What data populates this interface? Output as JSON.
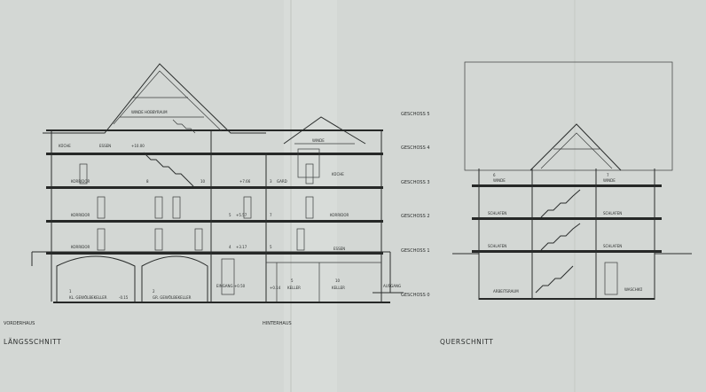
{
  "sheet": {
    "left_heading": "LÄNGSSCHNITT",
    "right_heading": "QUERSCHNITT",
    "front_label": "VORDERHAUS",
    "rear_label": "HINTERHAUS"
  },
  "levels": [
    "GESCHOSS 5",
    "GESCHOSS 4",
    "GESCHOSS 3",
    "GESCHOSS 2",
    "GESCHOSS 1",
    "GESCHOSS 0"
  ],
  "long_section": {
    "attic": {
      "roof_room": "WINDE  HOBBYRAUM",
      "rear_attic": "WINDE"
    },
    "floor4": {
      "kitchen": "KÜCHE",
      "dining": "ESSEN",
      "elev": "+10.00"
    },
    "floor3": {
      "corridor": "KORRIDOR",
      "n1": "8",
      "n2": "10",
      "elev": "+7.66",
      "n3": "3",
      "garage": "GARD",
      "kitchen": "KÜCHE"
    },
    "floor2": {
      "corridor_front": "KORRIDOR",
      "n1": "5",
      "elev": "+5.57",
      "n2": "7",
      "corridor_rear": "KORRIDOR"
    },
    "floor1": {
      "corridor": "KORRIDOR",
      "n1": "4",
      "elev": "+3.17",
      "n2": "5",
      "dining": "ESSEN"
    },
    "basement": {
      "cellar1_no": "1",
      "cellar1": "KL. GEWÖLBEKELLER",
      "cellar1_elev": "-0.15",
      "cellar2_no": "2",
      "cellar2": "GR. GEWÖLBEKELLER",
      "entrance": "EINGANG +0.50",
      "elev_rear": "+0.14",
      "cellar3_no": "5",
      "cellar3": "KELLER",
      "cellar4_no": "10",
      "cellar4": "KELLER",
      "exit": "AUSGANG"
    }
  },
  "cross_section": {
    "attic_no": "6",
    "attic": "WINDE",
    "attic2_no": "7",
    "attic2": "WINDE",
    "f2_left": "SCHLAFEN",
    "f2_right": "SCHLAFEN",
    "f1_left": "SCHLAFEN",
    "f1_right": "SCHLAFEN",
    "ground_left": "ARBEITSRAUM",
    "ground_right": "WASCHKÜ"
  }
}
